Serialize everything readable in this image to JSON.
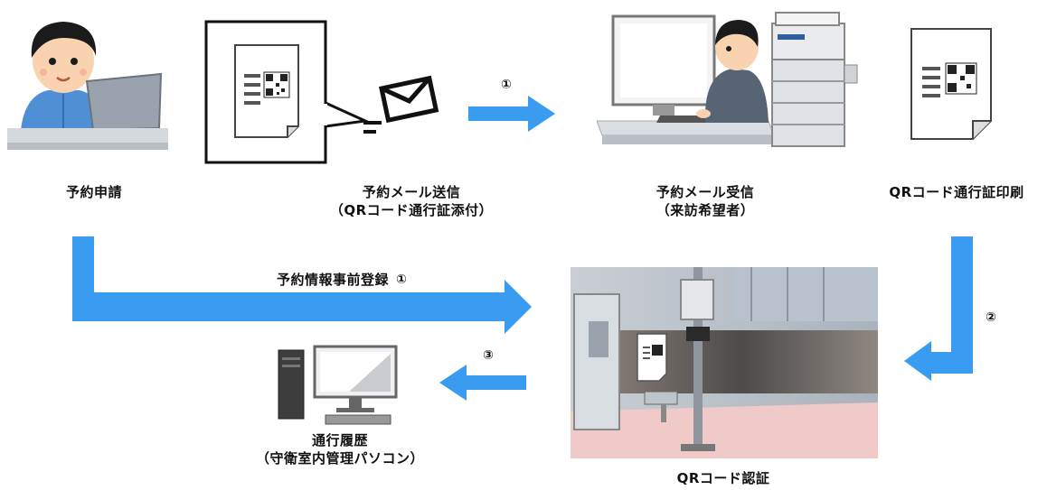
{
  "labels": {
    "reservation_request": "予約申請",
    "mail_send_line1": "予約メール送信",
    "mail_send_line2": "（QRコード通行証添付）",
    "mail_receive_line1": "予約メール受信",
    "mail_receive_line2": "（来訪希望者）",
    "qr_print": "QRコード通行証印刷",
    "preregistration": "予約情報事前登録",
    "history_line1": "通行履歴",
    "history_line2": "（守衛室内管理パソコン）",
    "qr_auth": "QRコード認証"
  },
  "step_numbers": {
    "mail_arrow": "①",
    "prereg_arrow": "①",
    "print_arrow": "②",
    "history_arrow": "③"
  },
  "colors": {
    "arrow": "#3a9cf0",
    "shirt": "#4f8fd6",
    "hair": "#1b1b1b",
    "skin": "#f9d3b0",
    "envelope": "#111111",
    "floor": "#f0c9c9"
  }
}
